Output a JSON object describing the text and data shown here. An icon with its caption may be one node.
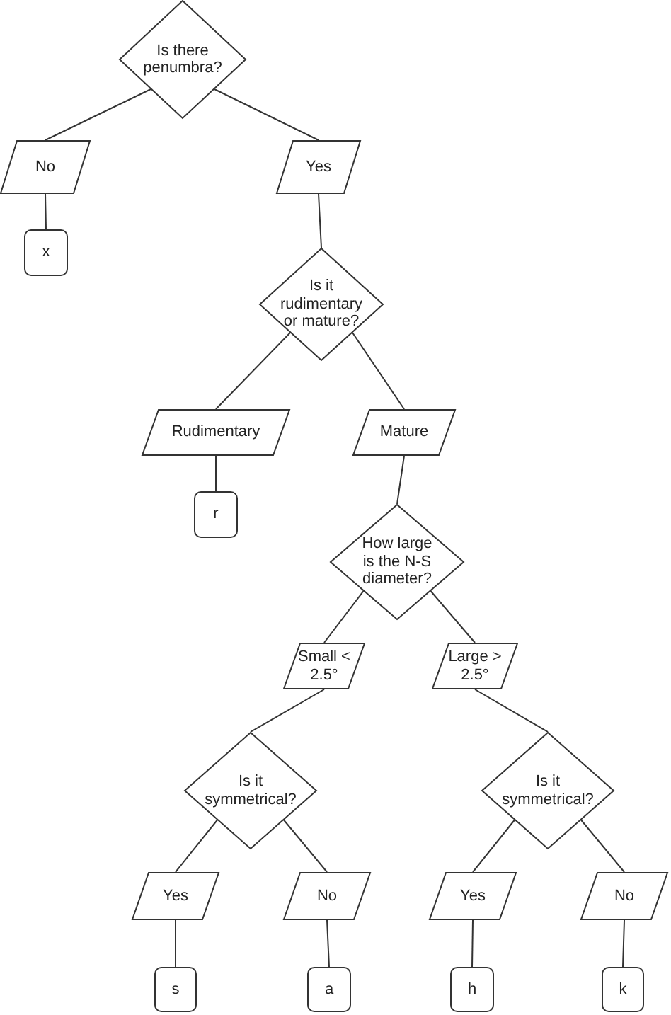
{
  "diagram": {
    "nodes": [
      {
        "text": [
          "Is there penumbra?"
        ]
      },
      {
        "text": [
          "No"
        ]
      },
      {
        "text": [
          "x"
        ]
      },
      {
        "text": [
          "Yes"
        ]
      },
      {
        "text": [
          "Is it rudimentary or mature?"
        ]
      },
      {
        "text": [
          "Rudimentary"
        ]
      },
      {
        "text": [
          "r"
        ]
      },
      {
        "text": [
          "Mature"
        ]
      },
      {
        "text": [
          "How large is the N-S diameter?"
        ]
      },
      {
        "text": [
          "Small < 2.5°"
        ]
      },
      {
        "text": [
          "Large > 2.5°"
        ]
      },
      {
        "text": [
          "Is it symmetrical?"
        ]
      },
      {
        "text": [
          "Is it symmetrical?"
        ]
      },
      {
        "text": [
          "Yes"
        ]
      },
      {
        "text": [
          "No"
        ]
      },
      {
        "text": [
          "s"
        ]
      },
      {
        "text": [
          "a"
        ]
      },
      {
        "text": [
          "Yes"
        ]
      },
      {
        "text": [
          "No"
        ]
      },
      {
        "text": [
          "h"
        ]
      },
      {
        "text": [
          "k"
        ]
      }
    ],
    "edges": [
      {
        "from": 0,
        "to": 1,
        "arrow": "none"
      },
      {
        "from": 0,
        "to": 3,
        "arrow": "none"
      },
      {
        "from": 1,
        "to": 2,
        "arrow": "none"
      },
      {
        "from": 3,
        "to": 4,
        "arrow": "none"
      },
      {
        "from": 4,
        "to": 5,
        "arrow": "none"
      },
      {
        "from": 4,
        "to": 7,
        "arrow": "none"
      },
      {
        "from": 5,
        "to": 6,
        "arrow": "none"
      },
      {
        "from": 7,
        "to": 8,
        "arrow": "none"
      },
      {
        "from": 8,
        "to": 9,
        "arrow": "none"
      },
      {
        "from": 8,
        "to": 10,
        "arrow": "none"
      },
      {
        "from": 9,
        "to": 11,
        "arrow": "none"
      },
      {
        "from": 10,
        "to": 12,
        "arrow": "none"
      },
      {
        "from": 11,
        "to": 13,
        "arrow": "none"
      },
      {
        "from": 11,
        "to": 14,
        "arrow": "none"
      },
      {
        "from": 12,
        "to": 17,
        "arrow": "none"
      },
      {
        "from": 12,
        "to": 18,
        "arrow": "none"
      },
      {
        "from": 13,
        "to": 15,
        "arrow": "none"
      },
      {
        "from": 14,
        "to": 16,
        "arrow": "none"
      },
      {
        "from": 17,
        "to": 19,
        "arrow": "none"
      },
      {
        "from": 18,
        "to": 20,
        "arrow": "none"
      }
    ]
  }
}
